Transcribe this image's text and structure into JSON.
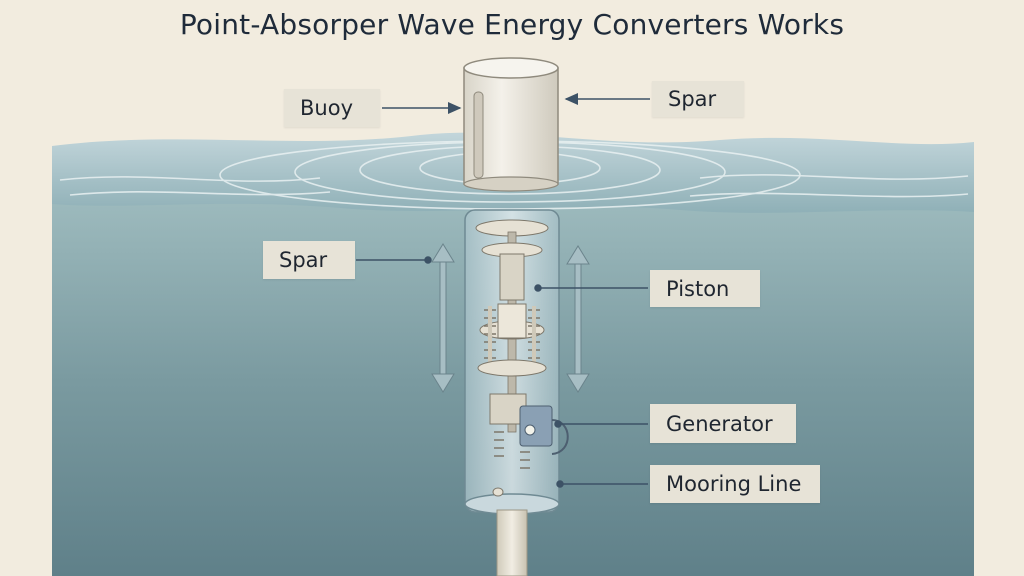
{
  "title": "Point-Absorper Wave Energy Converters Works",
  "labels": {
    "buoy": "Buoy",
    "spar_top": "Spar",
    "spar_side": "Spar",
    "piston": "Piston",
    "generator": "Generator",
    "mooring_line": "Mooring Line"
  },
  "colors": {
    "background": "#f2ecdf",
    "water_surface": "#b5cdd4",
    "water_deep": "#5f8089",
    "tube": "#d4e2e7",
    "buoy": "#ebe8df",
    "label_bg": "#e7e3d7",
    "leader_line": "#3d5266"
  }
}
